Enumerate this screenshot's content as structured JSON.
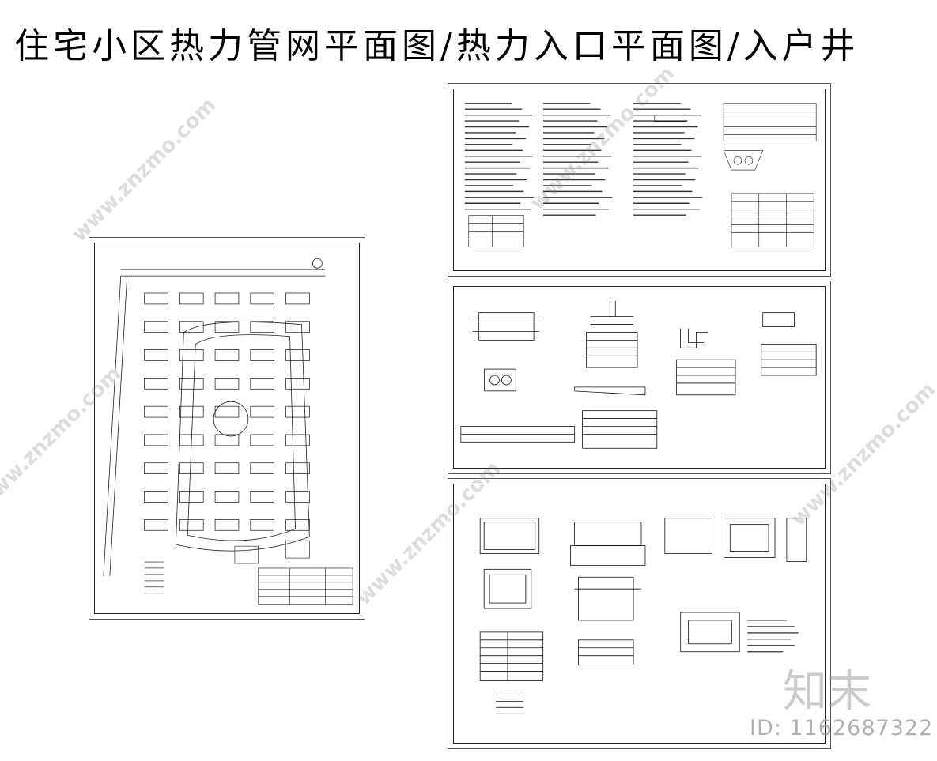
{
  "page": {
    "title": "住宅小区热力管网平面图/热力入口平面图/入户井"
  },
  "watermark": {
    "text": "www.znzmo.com",
    "brand": "知末",
    "id": "ID: 1162687322"
  }
}
